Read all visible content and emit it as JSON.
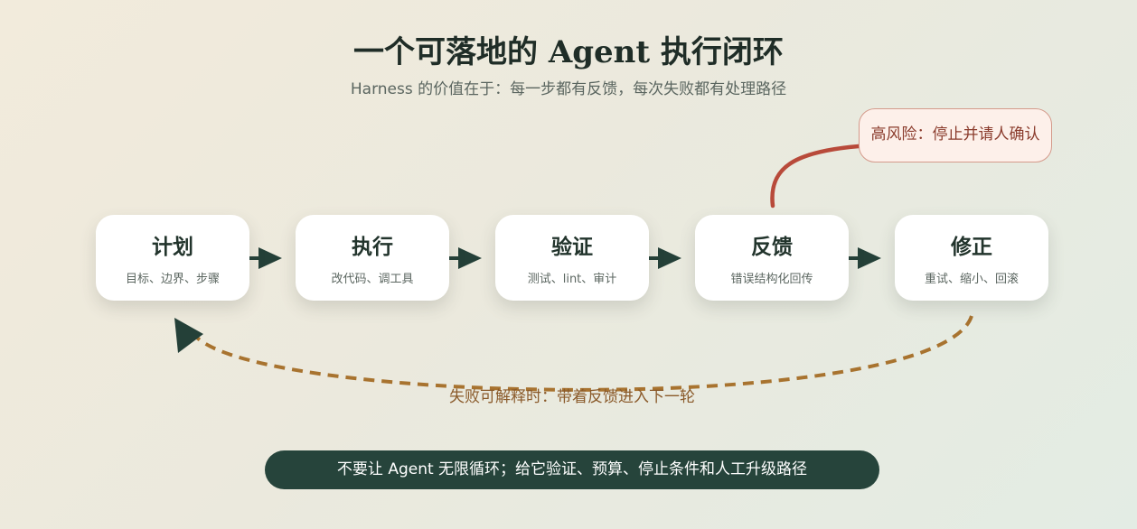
{
  "title": "一个可落地的 Agent 执行闭环",
  "subtitle": "Harness 的价值在于：每一步都有反馈，每次失败都有处理路径",
  "steps": [
    {
      "title": "计划",
      "desc": "目标、边界、步骤"
    },
    {
      "title": "执行",
      "desc": "改代码、调工具"
    },
    {
      "title": "验证",
      "desc": "测试、lint、审计"
    },
    {
      "title": "反馈",
      "desc": "错误结构化回传"
    },
    {
      "title": "修正",
      "desc": "重试、缩小、回滚"
    }
  ],
  "risk_callout": "高风险：停止并请人确认",
  "loop_label": "失败可解释时：带着反馈进入下一轮",
  "banner": "不要让 Agent 无限循环；给它验证、预算、停止条件和人工升级路径",
  "colors": {
    "dark": "#26443b",
    "arrow": "#244038",
    "risk": "#b84a3a",
    "loop": "#a8732f"
  }
}
